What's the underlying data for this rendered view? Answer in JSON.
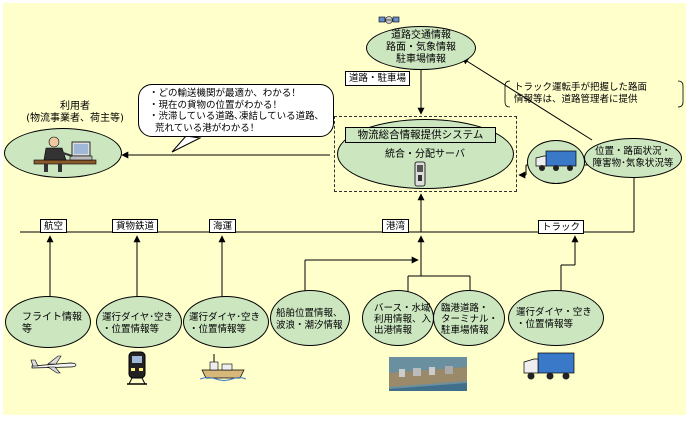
{
  "top_info": {
    "line1": "道路交通情報",
    "line2": "路面・気象情報",
    "line3": "駐車場情報"
  },
  "road_label": "道路・駐車場",
  "driver_note": "トラック運転手が把握した路面\n情報等は、道路管理者に提供",
  "user": {
    "line1": "利用者",
    "line2": "(物流事業者、荷主等)"
  },
  "bubble": "・どの輸送機関が最適か、わかる！\n・現在の貨物の位置がわかる！\n・渋滞している道路､凍結している道路､\n  荒れている港がわかる！",
  "system": {
    "title": "物流総合情報提供システム",
    "subtitle": "統合・分配サーバ"
  },
  "road_status": {
    "line1": "位置・路面状況・",
    "line2": "障害物･気象状況等"
  },
  "modes": {
    "air": "航空",
    "rail": "貨物鉄道",
    "sea": "海運",
    "port": "港湾",
    "truck": "トラック"
  },
  "sources": {
    "flight": {
      "line1": "フライト情報",
      "line2": "等"
    },
    "rail_op": {
      "line1": "運行ダイヤ･空き",
      "line2": "・位置情報等"
    },
    "sea_op": {
      "line1": "運行ダイヤ･空き",
      "line2": "・位置情報等"
    },
    "ship": {
      "line1": "船舶位置情報、",
      "line2": "波浪・潮汐情報"
    },
    "berth": {
      "line1": "バース・水域",
      "line2": "利用情報、入",
      "line3": "出港情報"
    },
    "port_road": {
      "line1": "臨港道路・",
      "line2": "ターミナル・",
      "line3": "駐車場情報"
    },
    "truck_op": {
      "line1": "運行ダイヤ・空き",
      "line2": "・位置情報等"
    }
  },
  "icons": [
    "satellite-icon",
    "truck-icon",
    "phone-icon",
    "computer-user-icon",
    "airplane-icon",
    "train-icon",
    "ship-icon",
    "port-photo-icon"
  ],
  "colors": {
    "background": "#ffffcc",
    "node_fill": "#cce6c0",
    "line": "#000000"
  }
}
